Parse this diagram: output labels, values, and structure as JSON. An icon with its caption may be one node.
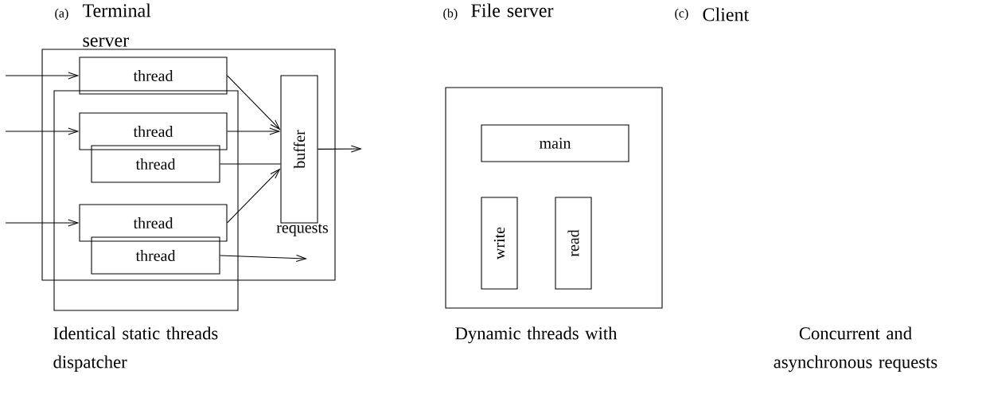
{
  "diagram": {
    "nodes": [
      {
        "text": [],
        "shape": "box"
      },
      {
        "text": [],
        "shape": "box"
      },
      {
        "text": [
          "thread"
        ],
        "in": 0
      },
      {
        "text": [
          "thread"
        ],
        "in": 1
      },
      {
        "text": [
          "thread"
        ],
        "in": 1
      },
      {
        "text": [
          "thread"
        ],
        "in": 1
      },
      {
        "text": [
          "thread"
        ],
        "in": 1
      },
      {
        "text": [
          "buffer"
        ],
        "in": 0
      },
      {
        "text": [],
        "shape": "box"
      },
      {
        "text": [
          "main"
        ],
        "in": 8
      },
      {
        "text": [
          "write"
        ],
        "in": 8
      },
      {
        "text": [
          "read"
        ],
        "in": 8
      }
    ],
    "edges": [
      {
        "from": null,
        "to": 2,
        "arrow": "to"
      },
      {
        "from": null,
        "to": 3,
        "arrow": "to"
      },
      {
        "from": null,
        "to": 5,
        "arrow": "to"
      },
      {
        "from": 2,
        "to": 7,
        "arrow": "to"
      },
      {
        "from": 3,
        "to": 7,
        "arrow": "to"
      },
      {
        "from": 4,
        "to": 7,
        "arrow": "none"
      },
      {
        "from": 5,
        "to": 7,
        "arrow": "to"
      },
      {
        "from": 6,
        "to": null,
        "arrow": "to"
      },
      {
        "from": 7,
        "to": null,
        "arrow": "to"
      }
    ],
    "labels": [
      "(a)",
      "Terminal server",
      "(b)",
      "File server",
      "(c)",
      "Client",
      "requests",
      "Identical static threads dispatcher",
      "Dynamic threads with",
      "Concurrent and asynchronous requests"
    ]
  }
}
